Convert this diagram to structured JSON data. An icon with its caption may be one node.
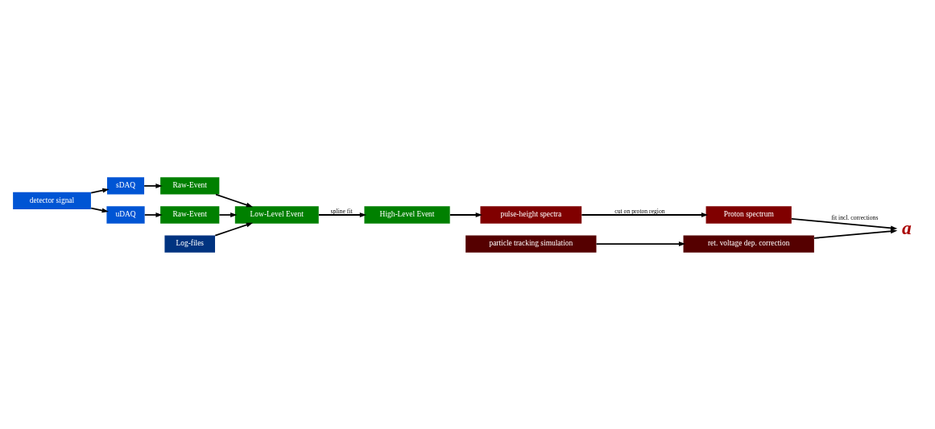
{
  "diagram": {
    "nodes": [
      {
        "text": [
          "detector signal"
        ]
      },
      {
        "text": [
          "sDAQ"
        ]
      },
      {
        "text": [
          "uDAQ"
        ]
      },
      {
        "text": [
          "Raw-Event"
        ]
      },
      {
        "text": [
          "Raw-Event"
        ]
      },
      {
        "text": [
          "Log-files"
        ]
      },
      {
        "text": [
          "Low-Level Event"
        ]
      },
      {
        "text": [
          "High-Level Event"
        ]
      },
      {
        "text": [
          "pulse-height spectra"
        ]
      },
      {
        "text": [
          "Proton spectrum"
        ]
      },
      {
        "text": [
          "particle tracking simulation"
        ]
      },
      {
        "text": [
          "ret. voltage dep. correction"
        ]
      },
      {
        "text": [
          "a"
        ]
      }
    ],
    "edges": [
      {
        "from": 0,
        "to": 1,
        "arrow": "to"
      },
      {
        "from": 0,
        "to": 2,
        "arrow": "to"
      },
      {
        "from": 1,
        "to": 3,
        "arrow": "to"
      },
      {
        "from": 2,
        "to": 4,
        "arrow": "to"
      },
      {
        "from": 3,
        "to": 6,
        "arrow": "to"
      },
      {
        "from": 4,
        "to": 6,
        "arrow": "to"
      },
      {
        "from": 5,
        "to": 6,
        "arrow": "to"
      },
      {
        "from": 6,
        "to": 7,
        "label": "spline fit",
        "arrow": "to"
      },
      {
        "from": 7,
        "to": 8,
        "arrow": "to"
      },
      {
        "from": 8,
        "to": 9,
        "label": "cut on proton region",
        "arrow": "to"
      },
      {
        "from": 10,
        "to": 11,
        "arrow": "to"
      },
      {
        "from": 9,
        "to": 12,
        "label": "fit incl. corrections",
        "arrow": "to"
      },
      {
        "from": 11,
        "to": 12,
        "arrow": "to"
      }
    ]
  }
}
